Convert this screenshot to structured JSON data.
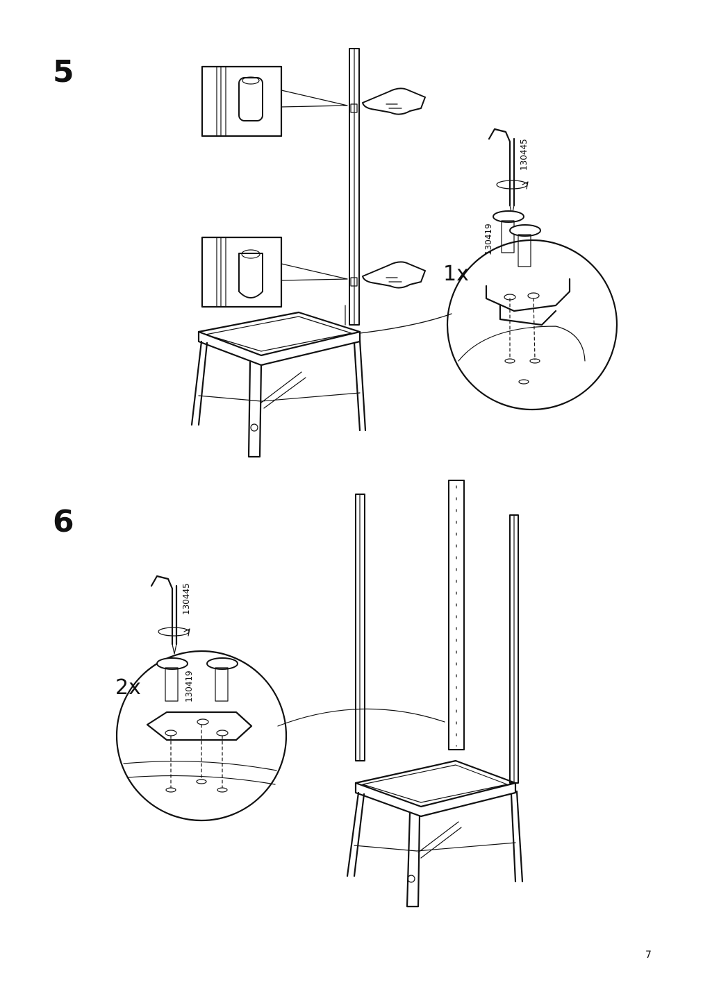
{
  "steps": [
    {
      "number": "5",
      "quantity": "1x",
      "part_bolt": "130419",
      "part_key": "130445"
    },
    {
      "number": "6",
      "quantity": "2x",
      "part_bolt": "130419",
      "part_key": "130445"
    }
  ],
  "page_number": "7",
  "icons": [
    "pointing-hand-icon",
    "allen-key-icon",
    "rotate-arrow-icon",
    "bolt-icon",
    "magnifier-circle-icon"
  ]
}
